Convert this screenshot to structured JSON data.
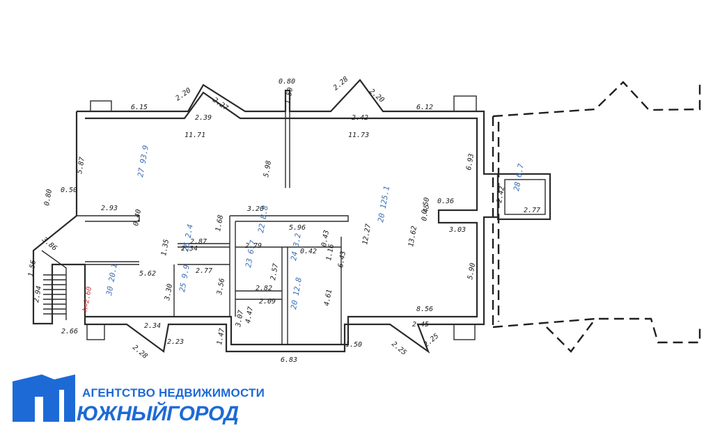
{
  "brand": {
    "line1": "АГЕНТСТВО НЕДВИЖИМОСТИ",
    "line2": "ЮЖНЫЙГОРОД",
    "color": "#1d6ad6"
  },
  "rooms": [
    {
      "id": "r1",
      "num": "27",
      "area": "93.9"
    },
    {
      "id": "r2",
      "num": "20",
      "area": "125.1"
    },
    {
      "id": "r3",
      "num": "30",
      "area": "20.1"
    },
    {
      "id": "r4",
      "num": "22",
      "area": "8.8"
    },
    {
      "id": "r5",
      "num": "23",
      "area": "6.7"
    },
    {
      "id": "r6",
      "num": "24",
      "area": "3.2"
    },
    {
      "id": "r7",
      "num": "25",
      "area": "9.9"
    },
    {
      "id": "r8",
      "num": "20",
      "area": "12.8"
    },
    {
      "id": "r9",
      "num": "28",
      "area": "6.7"
    },
    {
      "id": "r10",
      "num": "26",
      "area": "2.4"
    }
  ],
  "room_marks": {
    "stair_note": "h=2.60"
  },
  "dimensions": [
    "6.15",
    "2.20",
    "2.27",
    "0.80",
    "1.50",
    "2.28",
    "2.20",
    "6.12",
    "2.39",
    "11.71",
    "2.42",
    "11.73",
    "5.98",
    "5.87",
    "6.93",
    "0.50",
    "0.80",
    "2.93",
    "0.40",
    "3.20",
    "0.36",
    "0.50",
    "0.45",
    "3.03",
    "3.86",
    "1.56",
    "2.94",
    "1.35",
    "2.87",
    "2.34",
    "5.96",
    "1.68",
    "0.42",
    "0.43",
    "2.79",
    "2.77",
    "5.62",
    "2.57",
    "1.16",
    "6.43",
    "12.27",
    "13.62",
    "3.30",
    "3.56",
    "2.82",
    "2.09",
    "4.47",
    "3.07",
    "4.61",
    "5.90",
    "8.56",
    "2.45",
    "2.34",
    "2.28",
    "2.23",
    "1.47",
    "6.83",
    "1.50",
    "2.25",
    "2.25",
    "2.66",
    "2.42",
    "2.77"
  ]
}
